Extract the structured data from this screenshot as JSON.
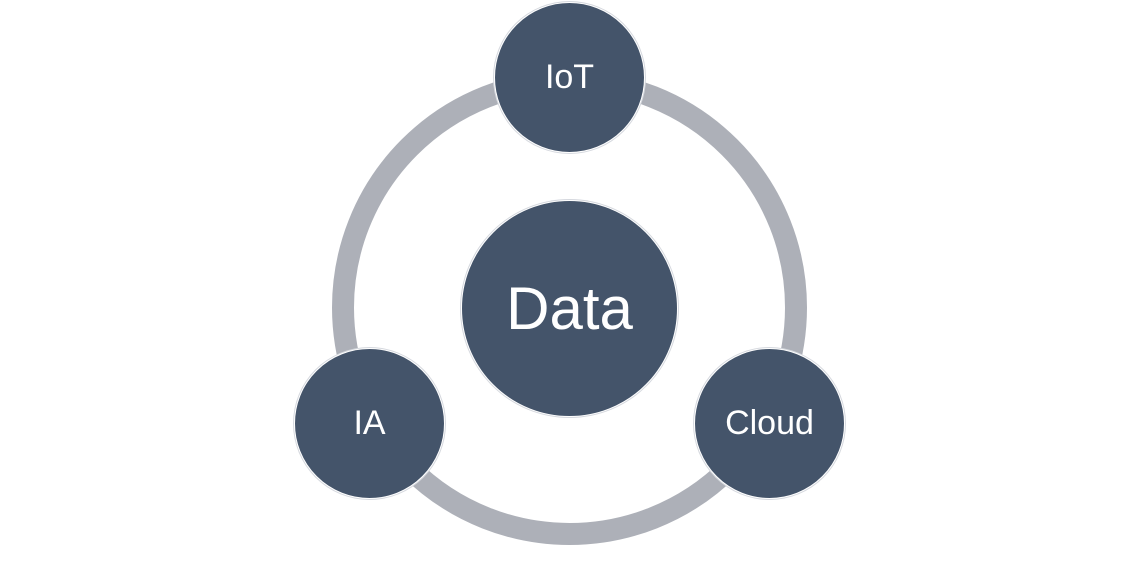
{
  "diagram": {
    "center": {
      "label": "Data"
    },
    "nodes": {
      "top": {
        "label": "IoT"
      },
      "left": {
        "label": "IA"
      },
      "right": {
        "label": "Cloud"
      }
    }
  },
  "colors": {
    "node_fill": "#44546a",
    "ring": "#adb0b8",
    "text": "#ffffff",
    "background": "#ffffff"
  }
}
